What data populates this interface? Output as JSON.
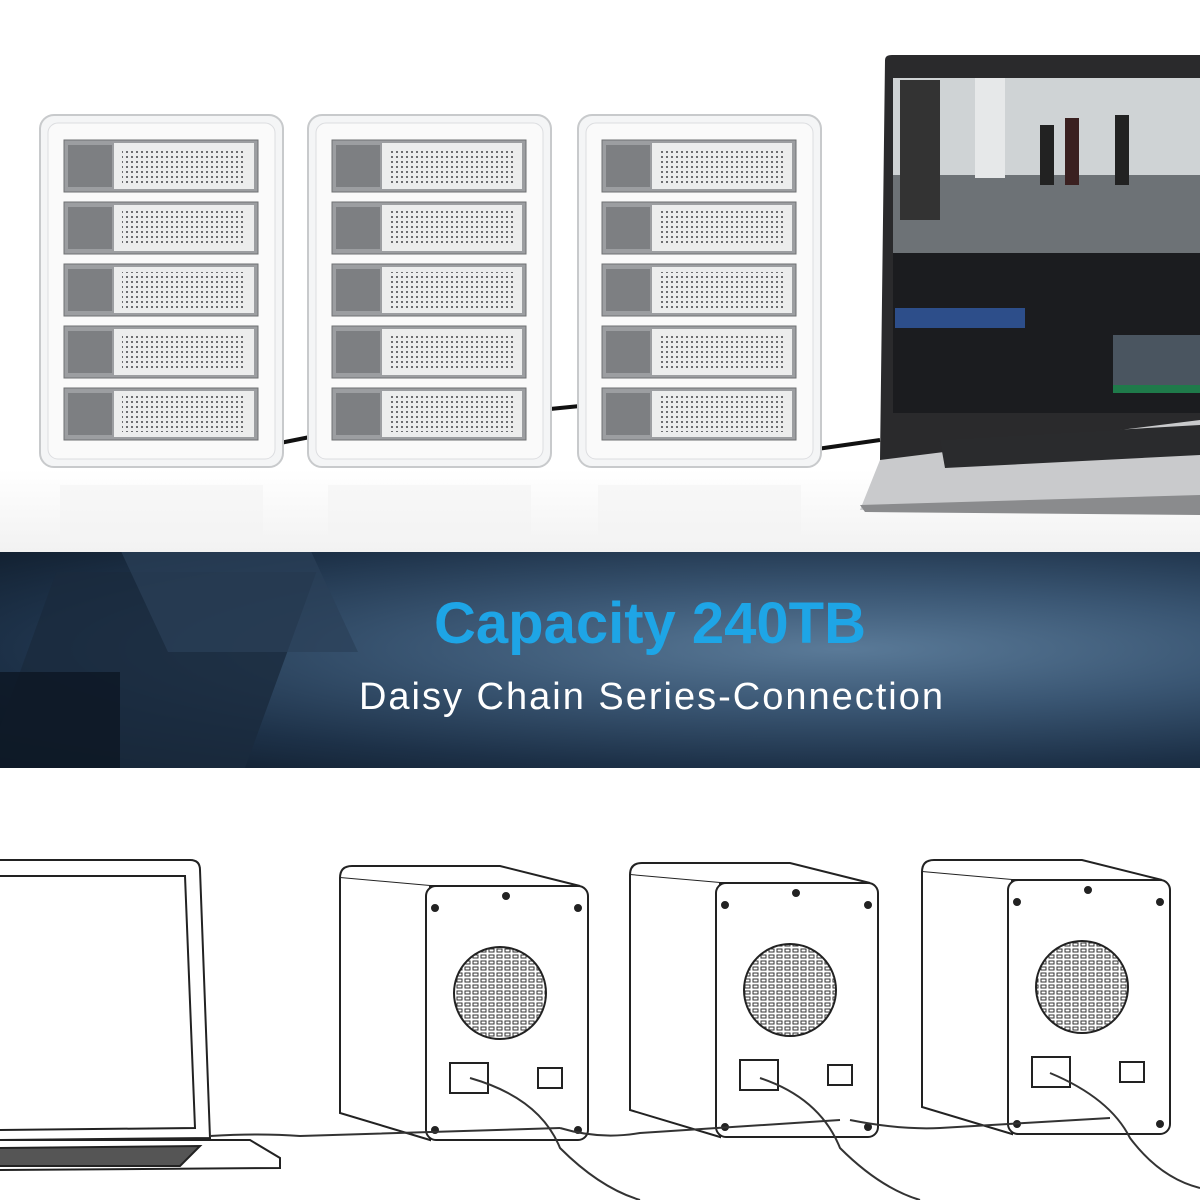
{
  "banner": {
    "title": "Capacity 240TB",
    "subtitle": "Daisy Chain Series-Connection",
    "title_color": "#1ea5e6"
  },
  "product_photo": {
    "enclosure_count": 3,
    "bays_per_enclosure": 5
  },
  "diagram": {
    "enclosure_count": 3
  }
}
